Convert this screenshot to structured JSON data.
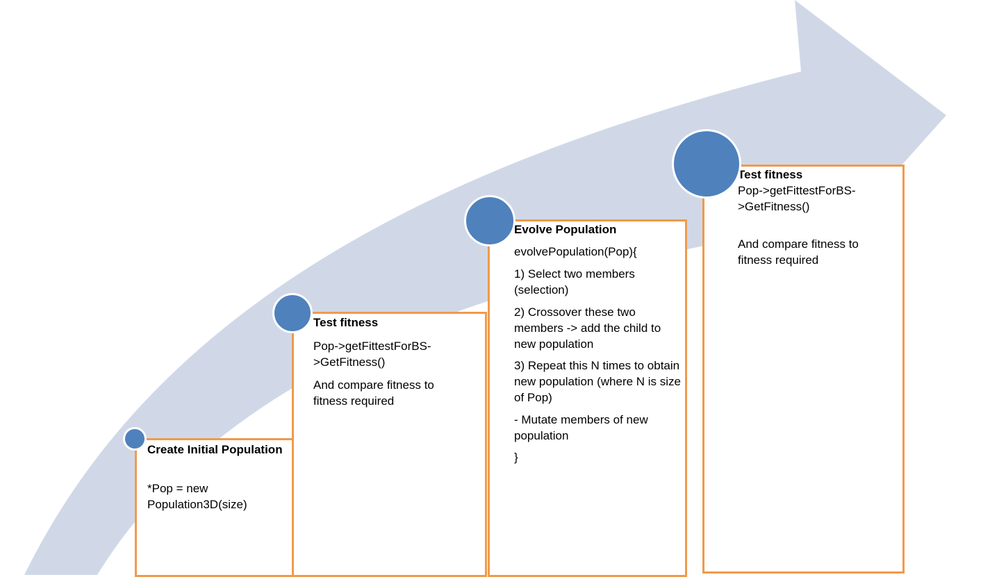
{
  "diagram": {
    "colors": {
      "arrow_fill": "#d0d8e8",
      "node_fill": "#4f81bd",
      "box_border": "#f09a4b"
    },
    "steps": [
      {
        "title": "Create Initial Population",
        "lines": [
          "*Pop = new Population3D(size)"
        ]
      },
      {
        "title": "Test fitness",
        "lines": [
          "Pop->getFittestForBS->GetFitness()",
          "And compare fitness to fitness required"
        ]
      },
      {
        "title": "Evolve Population",
        "lines": [
          "evolvePopulation(Pop){",
          "1) Select two members (selection)",
          "2) Crossover these two members -> add the child to new population",
          "3) Repeat this N times to obtain new population (where N is size of Pop)",
          "- Mutate members of new population",
          "}"
        ]
      },
      {
        "title": "Test fitness",
        "lines": [
          "Pop->getFittestForBS->GetFitness()",
          "And compare fitness to fitness required"
        ]
      }
    ]
  }
}
